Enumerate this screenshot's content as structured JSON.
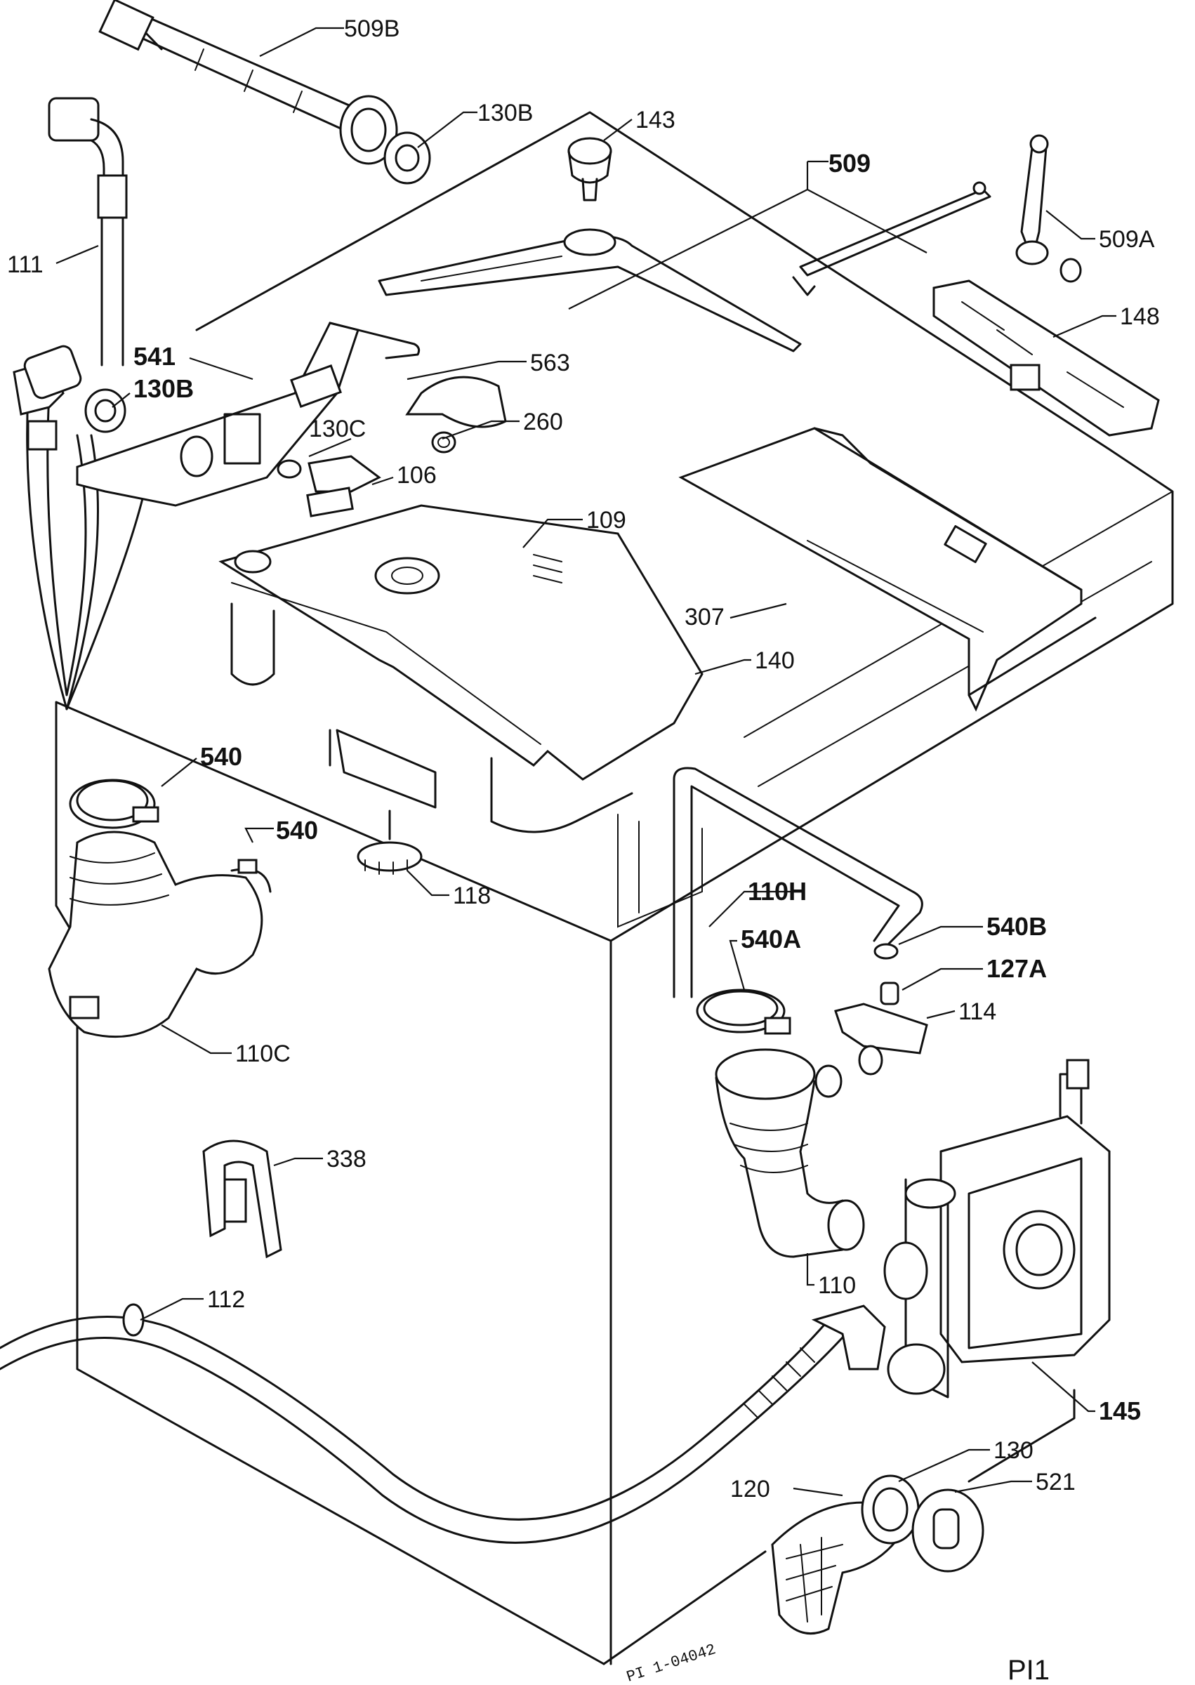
{
  "labels": {
    "l509b": "509B",
    "l130b_top": "130B",
    "l143": "143",
    "l509": "509",
    "l509a": "509A",
    "l148": "148",
    "l111": "111",
    "l541": "541",
    "l130b": "130B",
    "l563": "563",
    "l130c": "130C",
    "l260": "260",
    "l106": "106",
    "l109": "109",
    "l307": "307",
    "l140": "140",
    "l540_a": "540",
    "l540_b": "540",
    "l118": "118",
    "l110h": "110H",
    "l540b": "540B",
    "l540a": "540A",
    "l127a": "127A",
    "l114": "114",
    "l110c": "110C",
    "l338": "338",
    "l110": "110",
    "l112": "112",
    "l145": "145",
    "l130": "130",
    "l120": "120",
    "l521": "521"
  },
  "drawing_code": "PI 1-04042",
  "page_label": "PI1"
}
